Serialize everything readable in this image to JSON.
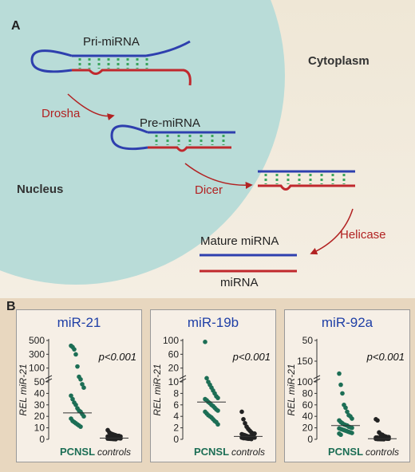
{
  "panel_a": {
    "label": "A",
    "regions": {
      "nucleus": "Nucleus",
      "cytoplasm": "Cytoplasm"
    },
    "molecules": {
      "pri": "Pri-miRNA",
      "pre": "Pre-miRNA",
      "mature": "Mature miRNA",
      "mirna": "miRNA"
    },
    "enzymes": {
      "drosha": "Drosha",
      "dicer": "Dicer",
      "helicase": "Helicase"
    },
    "colors": {
      "nucleus": "#b9dcd8",
      "strand_blue": "#2e3fae",
      "strand_red": "#c0282d",
      "base_pairs": "#3aa35b",
      "arrows": "#b22222"
    }
  },
  "panel_b": {
    "label": "B",
    "colors": {
      "pcnsl_points": "#1c6e55",
      "control_points": "#222222",
      "title": "#1f3fa6"
    }
  },
  "chart_data": [
    {
      "type": "scatter",
      "title": "miR-21",
      "ylabel": "REL miR-21",
      "annotation": "p<0.001",
      "categories": [
        "PCNSL",
        "controls"
      ],
      "y_ticks": [
        "0",
        "10",
        "20",
        "30",
        "40",
        "50",
        "100",
        "300",
        "500"
      ],
      "y_scale": "broken (linear 0-50, compressed above)",
      "median_lines": [
        23,
        1
      ],
      "series": [
        {
          "name": "PCNSL",
          "values": [
            340,
            300,
            250,
            140,
            80,
            60,
            55,
            48,
            45,
            38,
            35,
            32,
            30,
            27,
            25,
            24,
            22,
            20,
            18,
            16,
            15,
            14,
            13,
            12,
            11
          ]
        },
        {
          "name": "controls",
          "values": [
            8,
            6,
            5,
            4.5,
            4,
            3.5,
            3,
            3,
            2.5,
            2.5,
            2,
            2,
            1.5,
            1.5,
            1.2,
            1,
            1,
            0.8,
            0.6,
            0.5,
            0.4,
            0.3,
            0.2,
            0.1
          ]
        }
      ]
    },
    {
      "type": "scatter",
      "title": "miR-19b",
      "ylabel": "REL miR-21",
      "annotation": "p<0.001",
      "categories": [
        "PCNSL",
        "controls"
      ],
      "y_ticks": [
        "0",
        "2",
        "4",
        "6",
        "8",
        "10",
        "20",
        "60",
        "100"
      ],
      "y_scale": "broken (linear 0-10, compressed above)",
      "median_lines": [
        6.5,
        0.5
      ],
      "series": [
        {
          "name": "PCNSL",
          "values": [
            95,
            12,
            10,
            9.5,
            9,
            8.5,
            8,
            7.5,
            7.2,
            7,
            6.8,
            6.5,
            6.3,
            6,
            5.8,
            5.5,
            5.2,
            5,
            4.8,
            4.5,
            4.2,
            4,
            3.8,
            3.5,
            3.2,
            3,
            2.6
          ]
        },
        {
          "name": "controls",
          "values": [
            4.8,
            3.5,
            2.8,
            2.2,
            1.8,
            1.5,
            1.2,
            1,
            1,
            0.9,
            0.8,
            0.7,
            0.6,
            0.5,
            0.5,
            0.4,
            0.4,
            0.3,
            0.3,
            0.2,
            0.2,
            0.15,
            0.1,
            0.1,
            0.05
          ]
        }
      ]
    },
    {
      "type": "scatter",
      "title": "miR-92a",
      "ylabel": "REL miR-21",
      "annotation": "p<0.001",
      "categories": [
        "PCNSL",
        "controls"
      ],
      "y_ticks": [
        "0",
        "20",
        "40",
        "60",
        "80",
        "100",
        "150",
        "50"
      ],
      "y_scale": "broken (linear 0-100, compressed above; tick labels as printed)",
      "median_lines": [
        24,
        1
      ],
      "series": [
        {
          "name": "PCNSL",
          "values": [
            120,
            95,
            80,
            60,
            55,
            48,
            42,
            40,
            36,
            33,
            30,
            28,
            26,
            25,
            24,
            22,
            21,
            20,
            19,
            18,
            17,
            16,
            15,
            14,
            13,
            12,
            11,
            10,
            8
          ]
        },
        {
          "name": "controls",
          "values": [
            35,
            33,
            12,
            9,
            8,
            6,
            5,
            4,
            4,
            3,
            3,
            2.5,
            2,
            2,
            1.5,
            1.5,
            1,
            1,
            0.8,
            0.5,
            0.4,
            0.3,
            0.2,
            0.1
          ]
        }
      ]
    }
  ]
}
